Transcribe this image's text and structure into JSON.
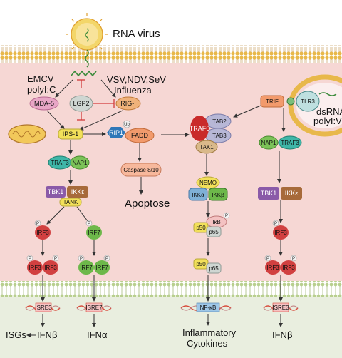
{
  "labels": {
    "rna_virus": "RNA virus",
    "emcv": "EMCV",
    "polyic_left": "polyI:C",
    "vsv_group": "VSV,NDV,SeV",
    "influenza": "Influenza",
    "dsrna": "dsRNA",
    "polyic_right": "polyI:V",
    "apoptose": "Apoptose",
    "isgs": "ISGs",
    "ifnb_left": "IFNβ",
    "ifna": "IFNα",
    "inflammatory": "Inflammatory",
    "cytokines": "Cytokines",
    "ifnb_right": "IFNβ"
  },
  "nodes": {
    "mda5": "MDA-5",
    "lgp2": "LGP2",
    "rigi": "RIG-I",
    "ips1": "IPS-1",
    "traf3_left": "TRAF3",
    "nap1_left": "NAP1",
    "tbk1_left": "TBK1",
    "ikke_left": "IKKε",
    "tank": "TANK",
    "irf3_a": "IRF3",
    "irf7_a": "IRF7",
    "irf3_d1": "IRF3",
    "irf3_d2": "IRF3",
    "irf7_d1": "IRF7",
    "irf7_d2": "IRF7",
    "isre3_left": "ISRE3",
    "isre7": "ISRE7",
    "rip1": "RIP1",
    "ub": "Ub",
    "fadd": "FADD",
    "caspase": "Caspase 8/10",
    "traf6": "TRAF6",
    "tab2": "TAB2",
    "tab3": "TAB3",
    "tak1": "TAK1",
    "nemo": "NEMO",
    "ikka": "IKKα",
    "ikkb": "IKKβ",
    "p50_a": "p50",
    "ikb": "IκB",
    "p65_a": "p65",
    "p50_b": "p50",
    "p65_b": "p65",
    "nfkb": "NF-κB",
    "trif": "TRIF",
    "tlr3": "TLR3",
    "nap1_right": "NAP1",
    "traf3_right": "TRAF3",
    "tbk1_right": "TBK1",
    "ikke_right": "IKKε",
    "irf3_right_a": "IRF3",
    "irf3_right_d1": "IRF3",
    "irf3_right_d2": "IRF3",
    "isre3_right": "ISRE3",
    "phospho": "P"
  },
  "colors": {
    "cytoplasm": "#f6d7d4",
    "membrane": "#f3d98a",
    "nucleus": "#e9eedf",
    "inhibit": "#d23a3a",
    "purple": "#8a5aa8",
    "brown": "#a76a3a",
    "green": "#6db84a",
    "blue_light": "#7fb0d6",
    "orange": "#f29a6c",
    "yellow": "#f0e44f",
    "red": "#d14040"
  },
  "icons": [
    "mitochondria-icon",
    "virus-icon",
    "rna-strand-icon",
    "dna-helix-icon",
    "phospholipid-bilayer-icon"
  ]
}
